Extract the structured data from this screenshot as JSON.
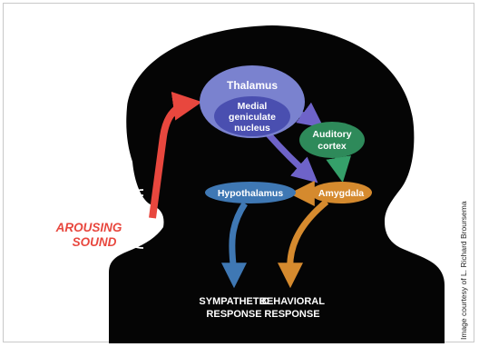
{
  "colors": {
    "silhouette": "#050505",
    "thalamus": "#7a82cf",
    "mgn": "#4a4fb0",
    "auditory_cortex": "#2e8a5a",
    "hypothalamus": "#3f78b4",
    "amygdala": "#d58a2e",
    "sound_arrow": "#e8473e",
    "purple_arrow": "#6e63c9",
    "green_arrow": "#35a06a",
    "blue_arrow": "#3f78b4",
    "orange_arrow": "#d58a2e"
  },
  "nodes": {
    "thalamus": "Thalamus",
    "mgn_line1": "Medial",
    "mgn_line2": "geniculate",
    "mgn_line3": "nucleus",
    "auditory_line1": "Auditory",
    "auditory_line2": "cortex",
    "hypothalamus": "Hypothalamus",
    "amygdala": "Amygdala"
  },
  "stimulus": {
    "line1": "AROUSING",
    "line2": "SOUND"
  },
  "responses": {
    "sympathetic_line1": "SYMPATHETIC",
    "sympathetic_line2": "RESPONSE",
    "behavioral_line1": "BEHAVIORAL",
    "behavioral_line2": "RESPONSE"
  },
  "credit": "Image courtesy of L. Richard Broursema"
}
